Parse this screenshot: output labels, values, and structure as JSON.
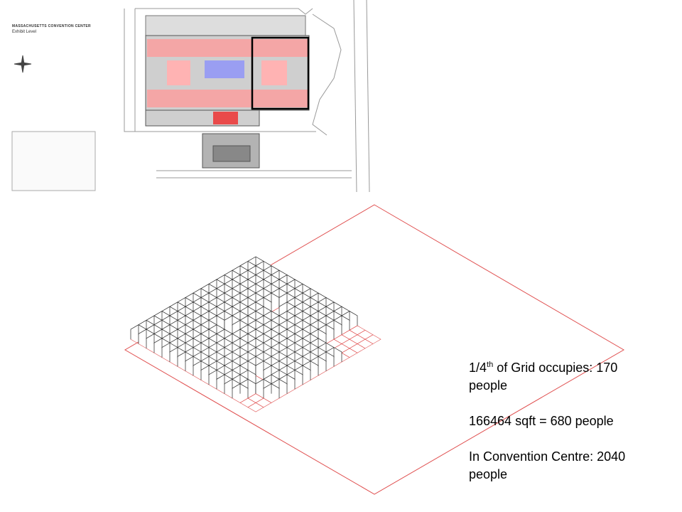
{
  "map": {
    "title": "MASSACHUSETTS CONVENTION CENTER",
    "subtitle": "Exhibit Level",
    "colors": {
      "exhibit": "#f4a6a6",
      "hall_core": "#ffb3b3",
      "hall_b": "#9a9ef2",
      "registration": "#e94a4a",
      "building": "#bdbdbd",
      "outline": "#000000"
    }
  },
  "notes": {
    "line1_prefix": "1/4",
    "line1_sup": "th",
    "line1_suffix": " of Grid occupies: 170",
    "line1_cont": "people",
    "line2": "166464 sqft = 680 people",
    "line3": "In Convention Centre: 2040",
    "line3_cont": "people"
  },
  "grid": {
    "line_color": "#e05050",
    "booth_color": "#222222"
  }
}
